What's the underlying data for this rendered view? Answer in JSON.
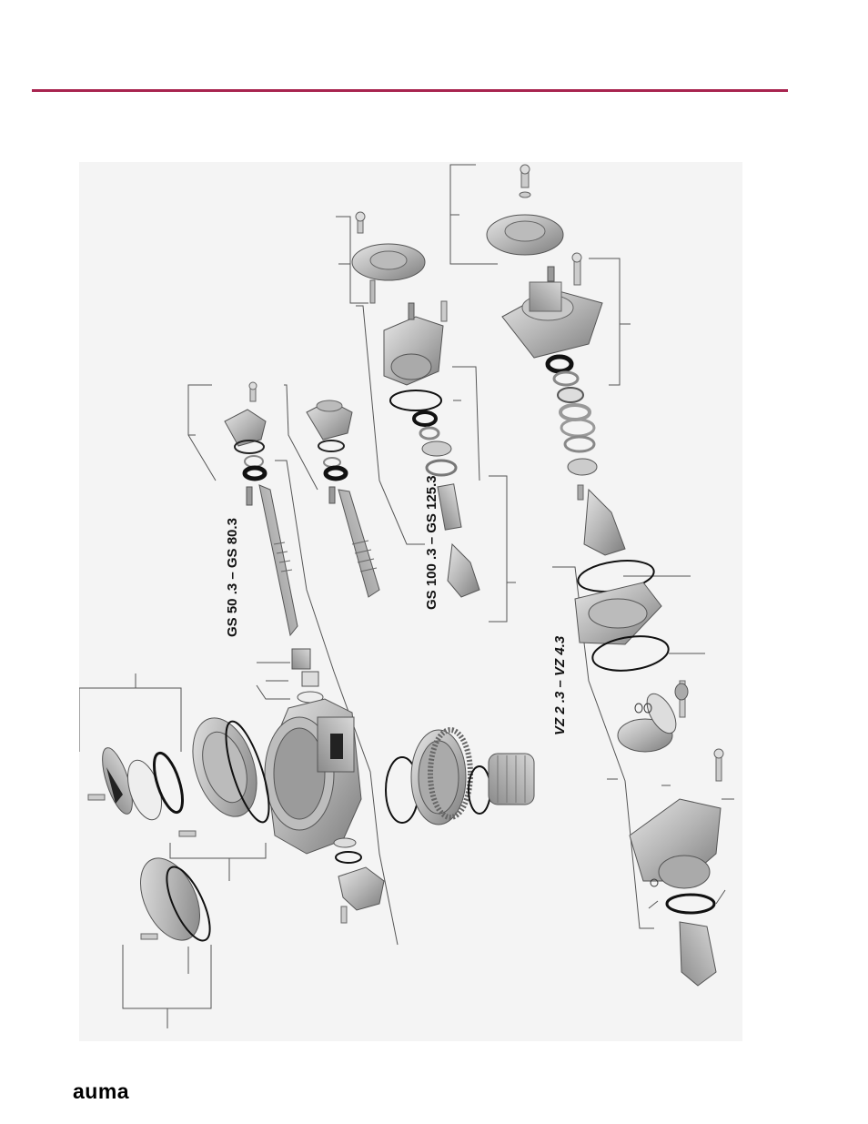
{
  "labels": {
    "gs_small": "GS 50 .3 – GS 80.3",
    "gs_large": "GS 100 .3 – GS 125.3",
    "vz": "VZ 2 .3 – VZ 4.3"
  },
  "brand": {
    "logo": "auma"
  },
  "colors": {
    "accent_rule": "#a8244f",
    "panel_bg": "#f4f4f4"
  }
}
